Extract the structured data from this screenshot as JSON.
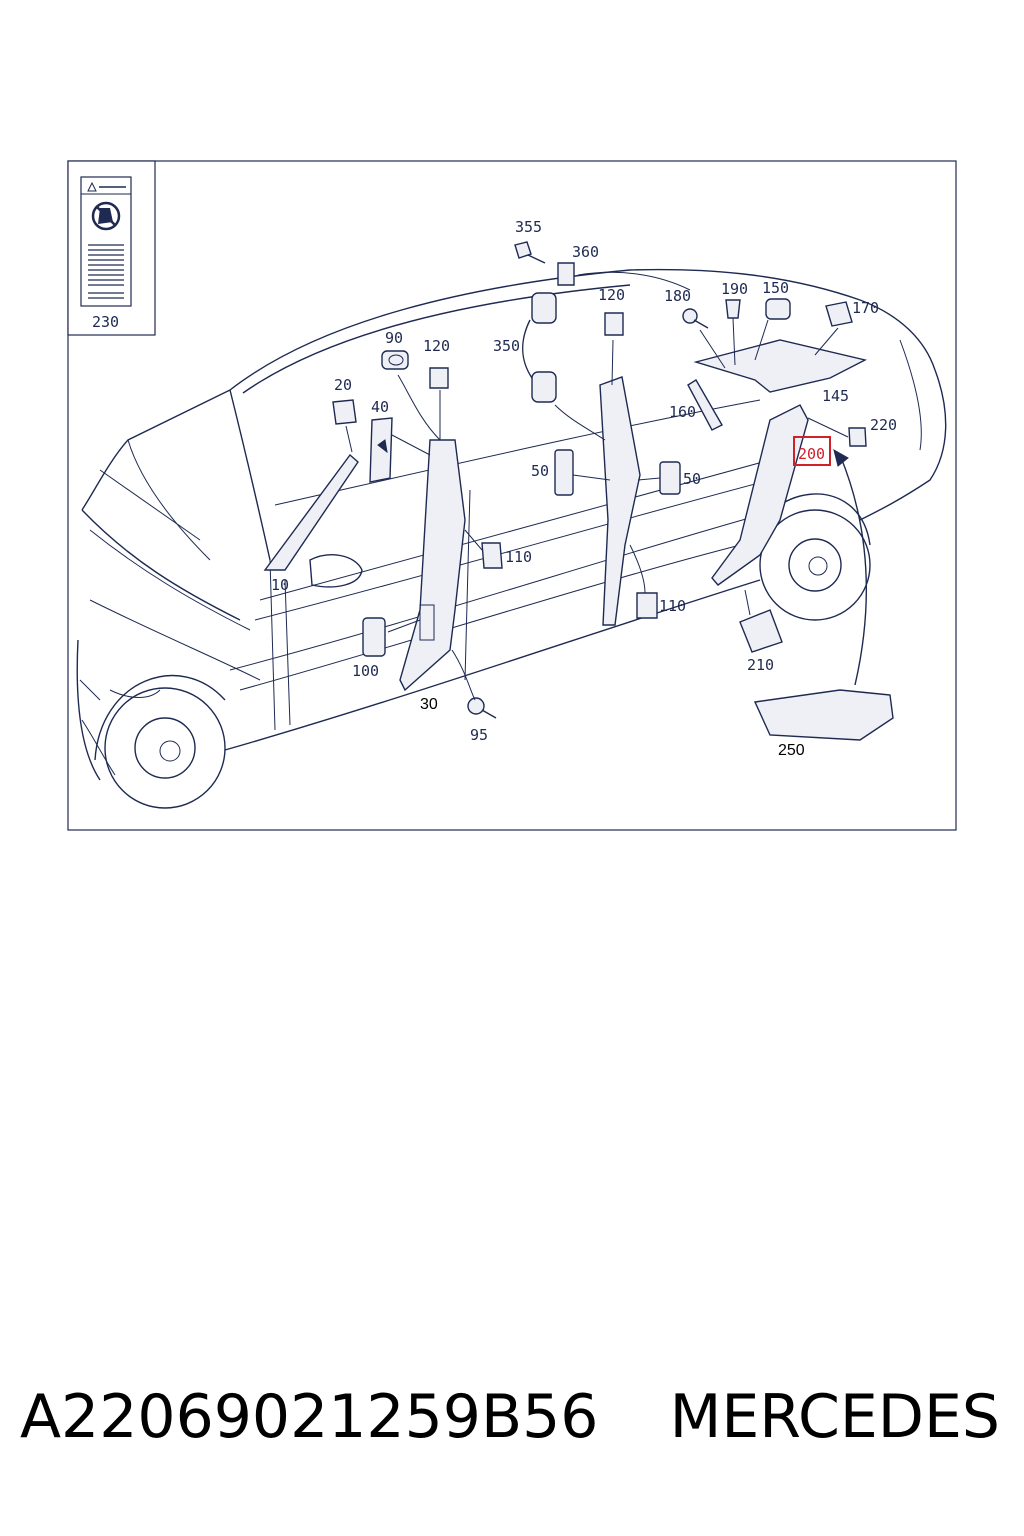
{
  "diagram": {
    "part_labels": [
      "10",
      "20",
      "30",
      "40",
      "50",
      "50",
      "90",
      "95",
      "100",
      "110",
      "110",
      "120",
      "120",
      "145",
      "150",
      "160",
      "170",
      "180",
      "190",
      "200",
      "210",
      "220",
      "230",
      "250",
      "350",
      "355",
      "360"
    ],
    "highlighted_label": "200",
    "highlight_color": "#d0202a",
    "line_color": "#1e2a52",
    "warning_label_icons": [
      "warning-triangle-icon",
      "no-airbag-child-seat-icon"
    ]
  },
  "footer": {
    "part_number": "A22069021259B56",
    "brand": "MERCEDES"
  }
}
